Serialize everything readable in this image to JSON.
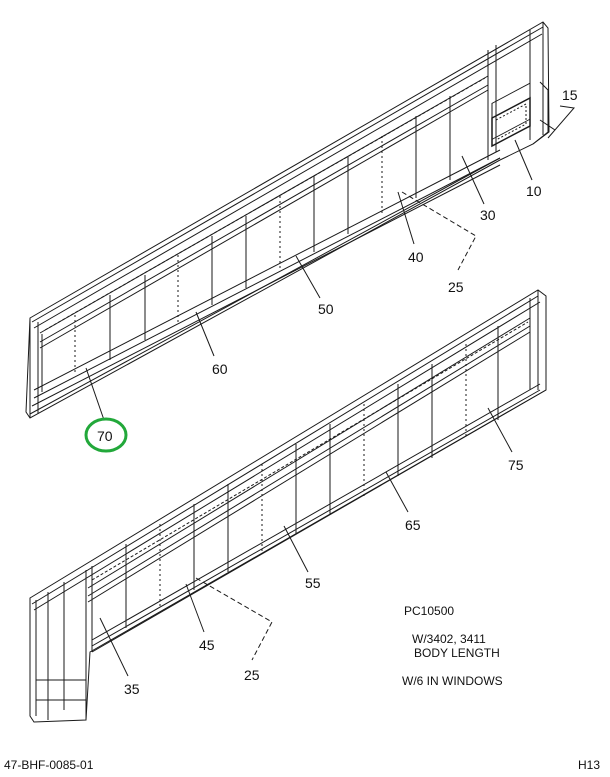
{
  "diagram": {
    "callouts": {
      "c15": "15",
      "c10": "10",
      "c30": "30",
      "c40": "40",
      "c25_top": "25",
      "c50": "50",
      "c60": "60",
      "c70": "70",
      "c75": "75",
      "c65": "65",
      "c55": "55",
      "c45": "45",
      "c35": "35",
      "c25_bottom": "25"
    },
    "highlighted_callout": "70",
    "highlight_color": "#22a83a",
    "line_color": "#1a1a1a"
  },
  "notes": {
    "part_code": "PC10500",
    "applies_to": "W/3402, 3411",
    "condition": "BODY LENGTH",
    "windows": "W/6 IN WINDOWS"
  },
  "footer": {
    "drawing_number": "47-BHF-0085-01",
    "sheet": "H13"
  }
}
